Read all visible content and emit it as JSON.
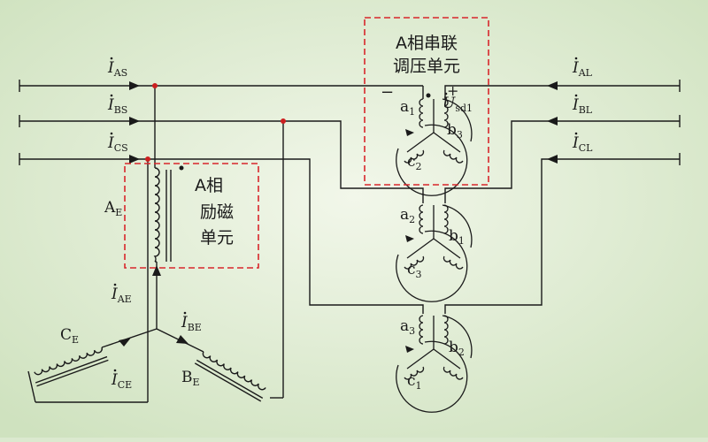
{
  "colors": {
    "background_center": "#f2f7ea",
    "background_edge": "#cfe2bf",
    "wire": "#1a1a1a",
    "junction": "#cc1f1f",
    "dashed_box": "#d8262b"
  },
  "currents": {
    "i_as": {
      "sym": "I",
      "sub": "AS"
    },
    "i_bs": {
      "sym": "I",
      "sub": "BS"
    },
    "i_cs": {
      "sym": "I",
      "sub": "CS"
    },
    "i_al": {
      "sym": "I",
      "sub": "AL"
    },
    "i_bl": {
      "sym": "I",
      "sub": "BL"
    },
    "i_cl": {
      "sym": "I",
      "sub": "CL"
    },
    "i_ae": {
      "sym": "I",
      "sub": "AE"
    },
    "i_be": {
      "sym": "I",
      "sub": "BE"
    },
    "i_ce": {
      "sym": "I",
      "sub": "CE"
    }
  },
  "series_unit": {
    "line1": "A相串联",
    "line2": "调压单元"
  },
  "excitation_unit": {
    "line1": "A相",
    "line2": "励磁",
    "line3": "单元"
  },
  "voltage": {
    "sym": "U",
    "sub": "sd1",
    "plus": "+",
    "minus": "−"
  },
  "windings": {
    "ae": {
      "base": "A",
      "sub": "E"
    },
    "be": {
      "base": "B",
      "sub": "E"
    },
    "ce": {
      "base": "C",
      "sub": "E"
    }
  },
  "transformer1": {
    "a": "a",
    "a_sub": "1",
    "b": "b",
    "b_sub": "3",
    "c": "c",
    "c_sub": "2"
  },
  "transformer2": {
    "a": "a",
    "a_sub": "2",
    "b": "b",
    "b_sub": "1",
    "c": "c",
    "c_sub": "3"
  },
  "transformer3": {
    "a": "a",
    "a_sub": "3",
    "b": "b",
    "b_sub": "2",
    "c": "c",
    "c_sub": "1"
  }
}
